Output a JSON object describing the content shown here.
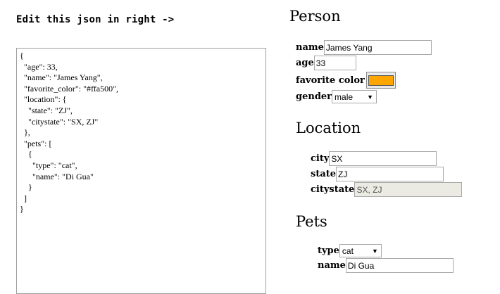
{
  "instruction": "Edit this json in right ->",
  "json_text": "{\n  \"age\": 33,\n  \"name\": \"James Yang\",\n  \"favorite_color\": \"#ffa500\",\n  \"location\": {\n    \"state\": \"ZJ\",\n    \"citystate\": \"SX, ZJ\"\n  },\n  \"pets\": [\n    {\n      \"type\": \"cat\",\n      \"name\": \"Di Gua\"\n    }\n  ]\n}",
  "person": {
    "heading": "Person",
    "name_label": "name",
    "name_value": "James Yang",
    "age_label": "age",
    "age_value": "33",
    "color_label": "favorite color",
    "color_value": "#ffa500",
    "gender_label": "gender",
    "gender_value": "male"
  },
  "location": {
    "heading": "Location",
    "city_label": "city",
    "city_value": "SX",
    "state_label": "state",
    "state_value": "ZJ",
    "citystate_label": "citystate",
    "citystate_value": "SX, ZJ"
  },
  "pets": {
    "heading": "Pets",
    "type_label": "type",
    "type_value": "cat",
    "name_label": "name",
    "name_value": "Di Gua"
  },
  "icons": {
    "dropdown": "chevron-down-icon"
  }
}
